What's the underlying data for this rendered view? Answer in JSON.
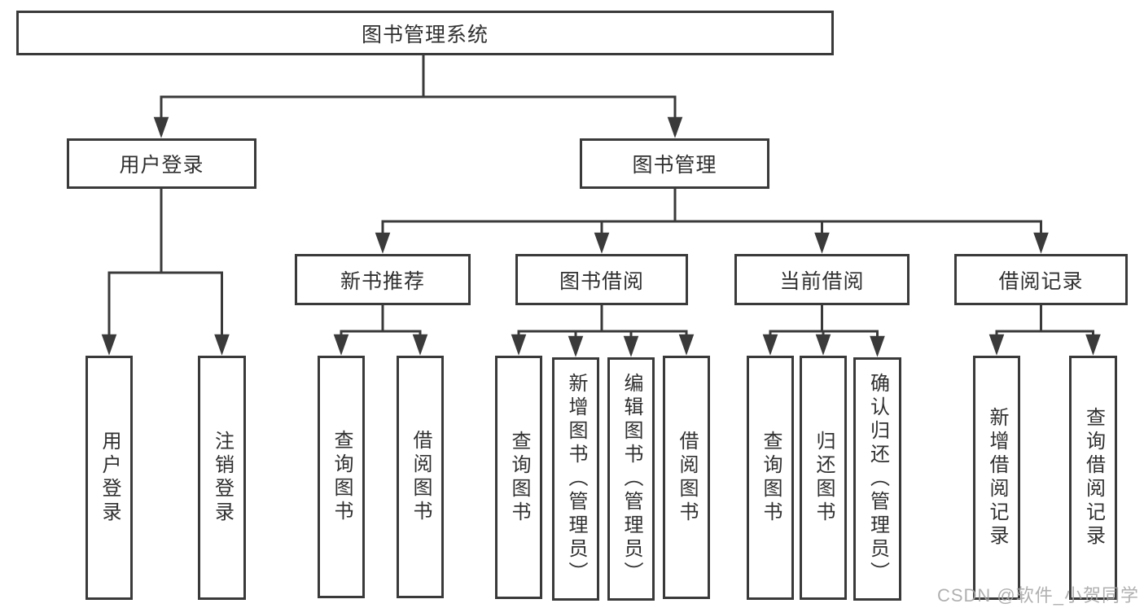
{
  "nodes": {
    "root": "图书管理系统",
    "user_login": "用户登录",
    "book_mgmt": "图书管理",
    "login": "用户登录",
    "logout": "注销登录",
    "new_rec": "新书推荐",
    "book_borrow": "图书借阅",
    "current_borrow": "当前借阅",
    "borrow_records": "借阅记录",
    "newrec_query": "查询图书",
    "newrec_borrow": "借阅图书",
    "borrow_query": "查询图书",
    "borrow_add": "新增图书（管理员）",
    "borrow_edit": "编辑图书（管理员）",
    "borrow_lend": "借阅图书",
    "current_query": "查询图书",
    "current_return": "归还图书",
    "current_confirm": "确认归还（管理员）",
    "records_add": "新增借阅记录",
    "records_query": "查询借阅记录"
  },
  "watermark": "CSDN @软件_小贺同学",
  "colors": {
    "line": "#3a3a3a",
    "text": "#303030",
    "watermark": "#a5a5a5",
    "background": "#ffffff"
  }
}
